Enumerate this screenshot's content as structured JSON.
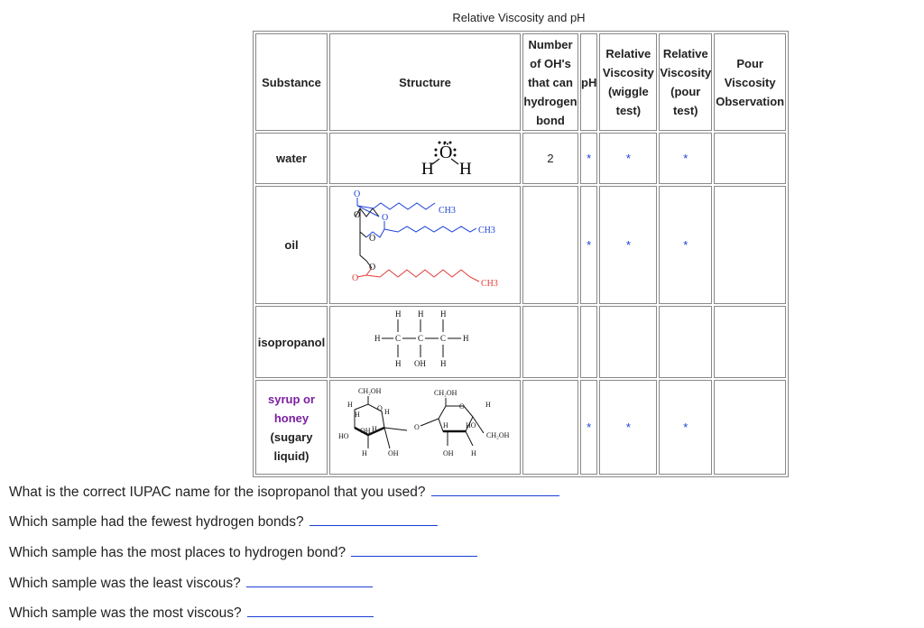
{
  "title": "Relative Viscosity and pH",
  "headers": {
    "substance": "Substance",
    "structure": "Structure",
    "oh_count": "Number of OH's that can hydrogen bond",
    "ph": "pH",
    "viscosity_wiggle": "Relative Viscosity (wiggle test)",
    "viscosity_pour": "Relative Viscosity (pour test)",
    "pour_observation": "Pour Viscosity Observation"
  },
  "rows": [
    {
      "substance": "water",
      "oh_count": "2",
      "ph": "*",
      "wiggle": "*",
      "pour": "*",
      "observation": ""
    },
    {
      "substance": "oil",
      "oh_count": "",
      "ph": "*",
      "wiggle": "*",
      "pour": "*",
      "observation": ""
    },
    {
      "substance": "isopropanol",
      "oh_count": "",
      "ph": "",
      "wiggle": "",
      "pour": "",
      "observation": ""
    },
    {
      "substance": "syrup or honey (sugary liquid)",
      "substance_line1": "syrup or",
      "substance_line2": "honey",
      "substance_line3": "(sugary",
      "substance_line4": "liquid)",
      "oh_count": "",
      "ph": "*",
      "wiggle": "*",
      "pour": "*",
      "observation": ""
    }
  ],
  "structures": {
    "water": {
      "o": "Ö",
      "h": "H"
    },
    "oil": {
      "o": "O",
      "ch3": "CH3"
    },
    "isopropanol": {
      "c": "C",
      "h": "H",
      "oh": "OH"
    },
    "sugar": {
      "ch2oh": "CH₂OH",
      "oh": "OH",
      "h": "H",
      "ho": "HO",
      "o": "O"
    }
  },
  "questions": [
    "What is the correct IUPAC name for the isopropanol that you used?",
    "Which sample had the fewest hydrogen bonds?",
    "Which sample has the most places to hydrogen bond?",
    "Which sample was the least viscous?",
    "Which sample was the most viscous?"
  ]
}
